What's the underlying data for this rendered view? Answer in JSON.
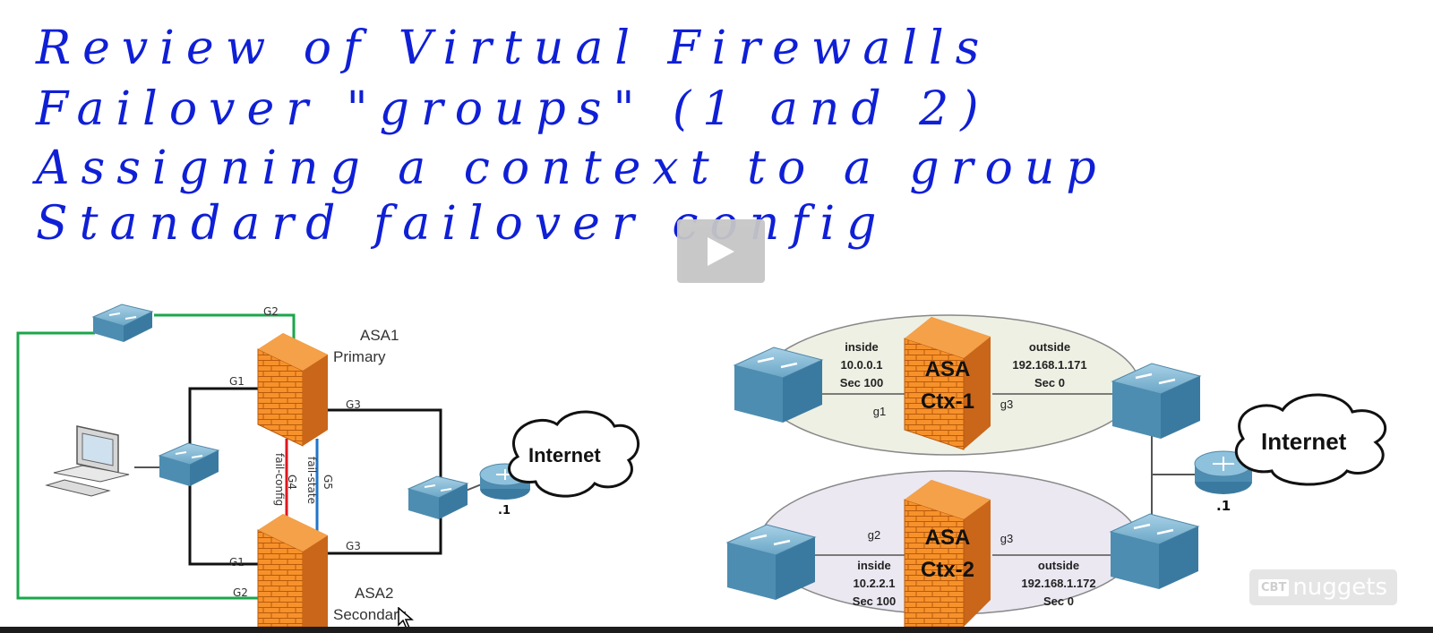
{
  "notes": {
    "line1": "Review of Virtual Firewalls",
    "line2": "Failover \"groups\" (1 and 2)",
    "line3": "Assigning a context to a group",
    "line4": "Standard failover config"
  },
  "player": {
    "play_icon": "play-icon"
  },
  "left_topology": {
    "asa1": {
      "name": "ASA1",
      "role": "Primary"
    },
    "asa2": {
      "name": "ASA2",
      "role": "Secondary"
    },
    "ports": {
      "g1": "G1",
      "g2": "G2",
      "g3": "G3",
      "g4": "G4",
      "g5": "G5"
    },
    "links": {
      "fail_config": "fail-config",
      "fail_state": "fail-state"
    },
    "cloud": "Internet",
    "router_ip": ".1",
    "colors": {
      "link_failover_config": "#e0151d",
      "link_failover_state": "#1f74c9",
      "link_green": "#1aa64a"
    }
  },
  "right_topology": {
    "ctx1": {
      "line1": "ASA",
      "line2": "Ctx-1",
      "inside": {
        "name": "inside",
        "ip": "10.0.0.1",
        "sec": "Sec 100"
      },
      "outside": {
        "name": "outside",
        "ip": "192.168.1.171",
        "sec": "Sec 0"
      },
      "port_in": "g1",
      "port_out": "g3"
    },
    "ctx2": {
      "line1": "ASA",
      "line2": "Ctx-2",
      "inside": {
        "name": "inside",
        "ip": "10.2.2.1",
        "sec": "Sec 100"
      },
      "outside": {
        "name": "outside",
        "ip": "192.168.1.172",
        "sec": "Sec 0"
      },
      "port_in": "g2",
      "port_out": "g3"
    },
    "cloud": "Internet",
    "router_ip": ".1",
    "colors": {
      "firewall": "#f7922b",
      "ellipse1": "#eef0e4",
      "ellipse2": "#ebe8f2"
    }
  },
  "watermark": {
    "badge": "CBT",
    "text": "nuggets"
  }
}
